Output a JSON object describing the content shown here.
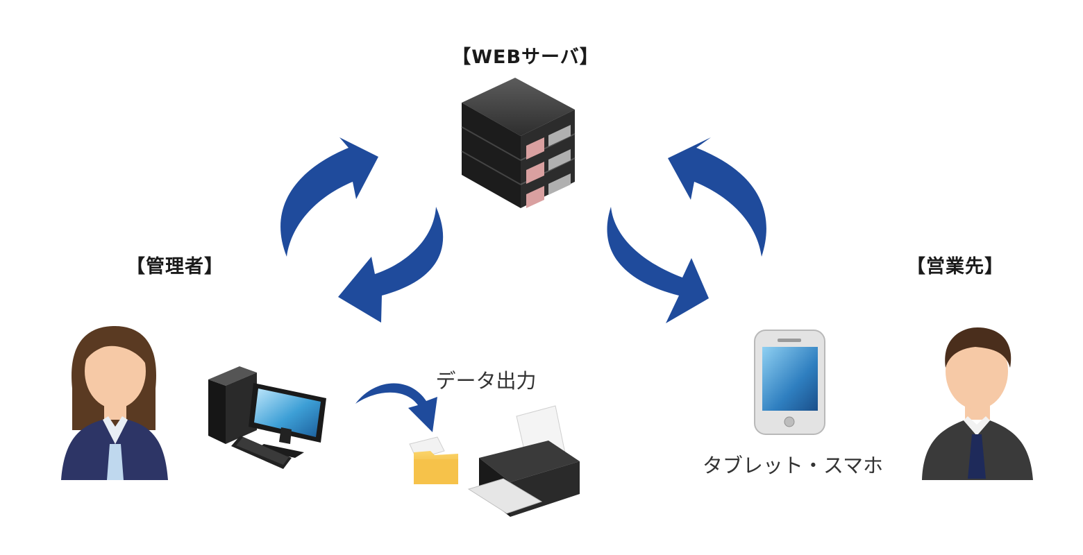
{
  "labels": {
    "server": "【WEBサーバ】",
    "admin": "【管理者】",
    "sales": "【営業先】",
    "data_output": "データ出力",
    "tablet_smartphone": "タブレット・スマホ"
  },
  "colors": {
    "arrow": "#1f4b9c",
    "server_body": "#2a2a2a",
    "suit_female": "#2d3566",
    "suit_male": "#3a3a3a",
    "tie": "#1e2a5a",
    "skin": "#f6c9a6",
    "folder": "#f2b733"
  },
  "icons": [
    "server-icon",
    "female-admin-icon",
    "desktop-pc-icon",
    "printer-icon",
    "folder-icon",
    "tablet-icon",
    "male-sales-icon"
  ]
}
